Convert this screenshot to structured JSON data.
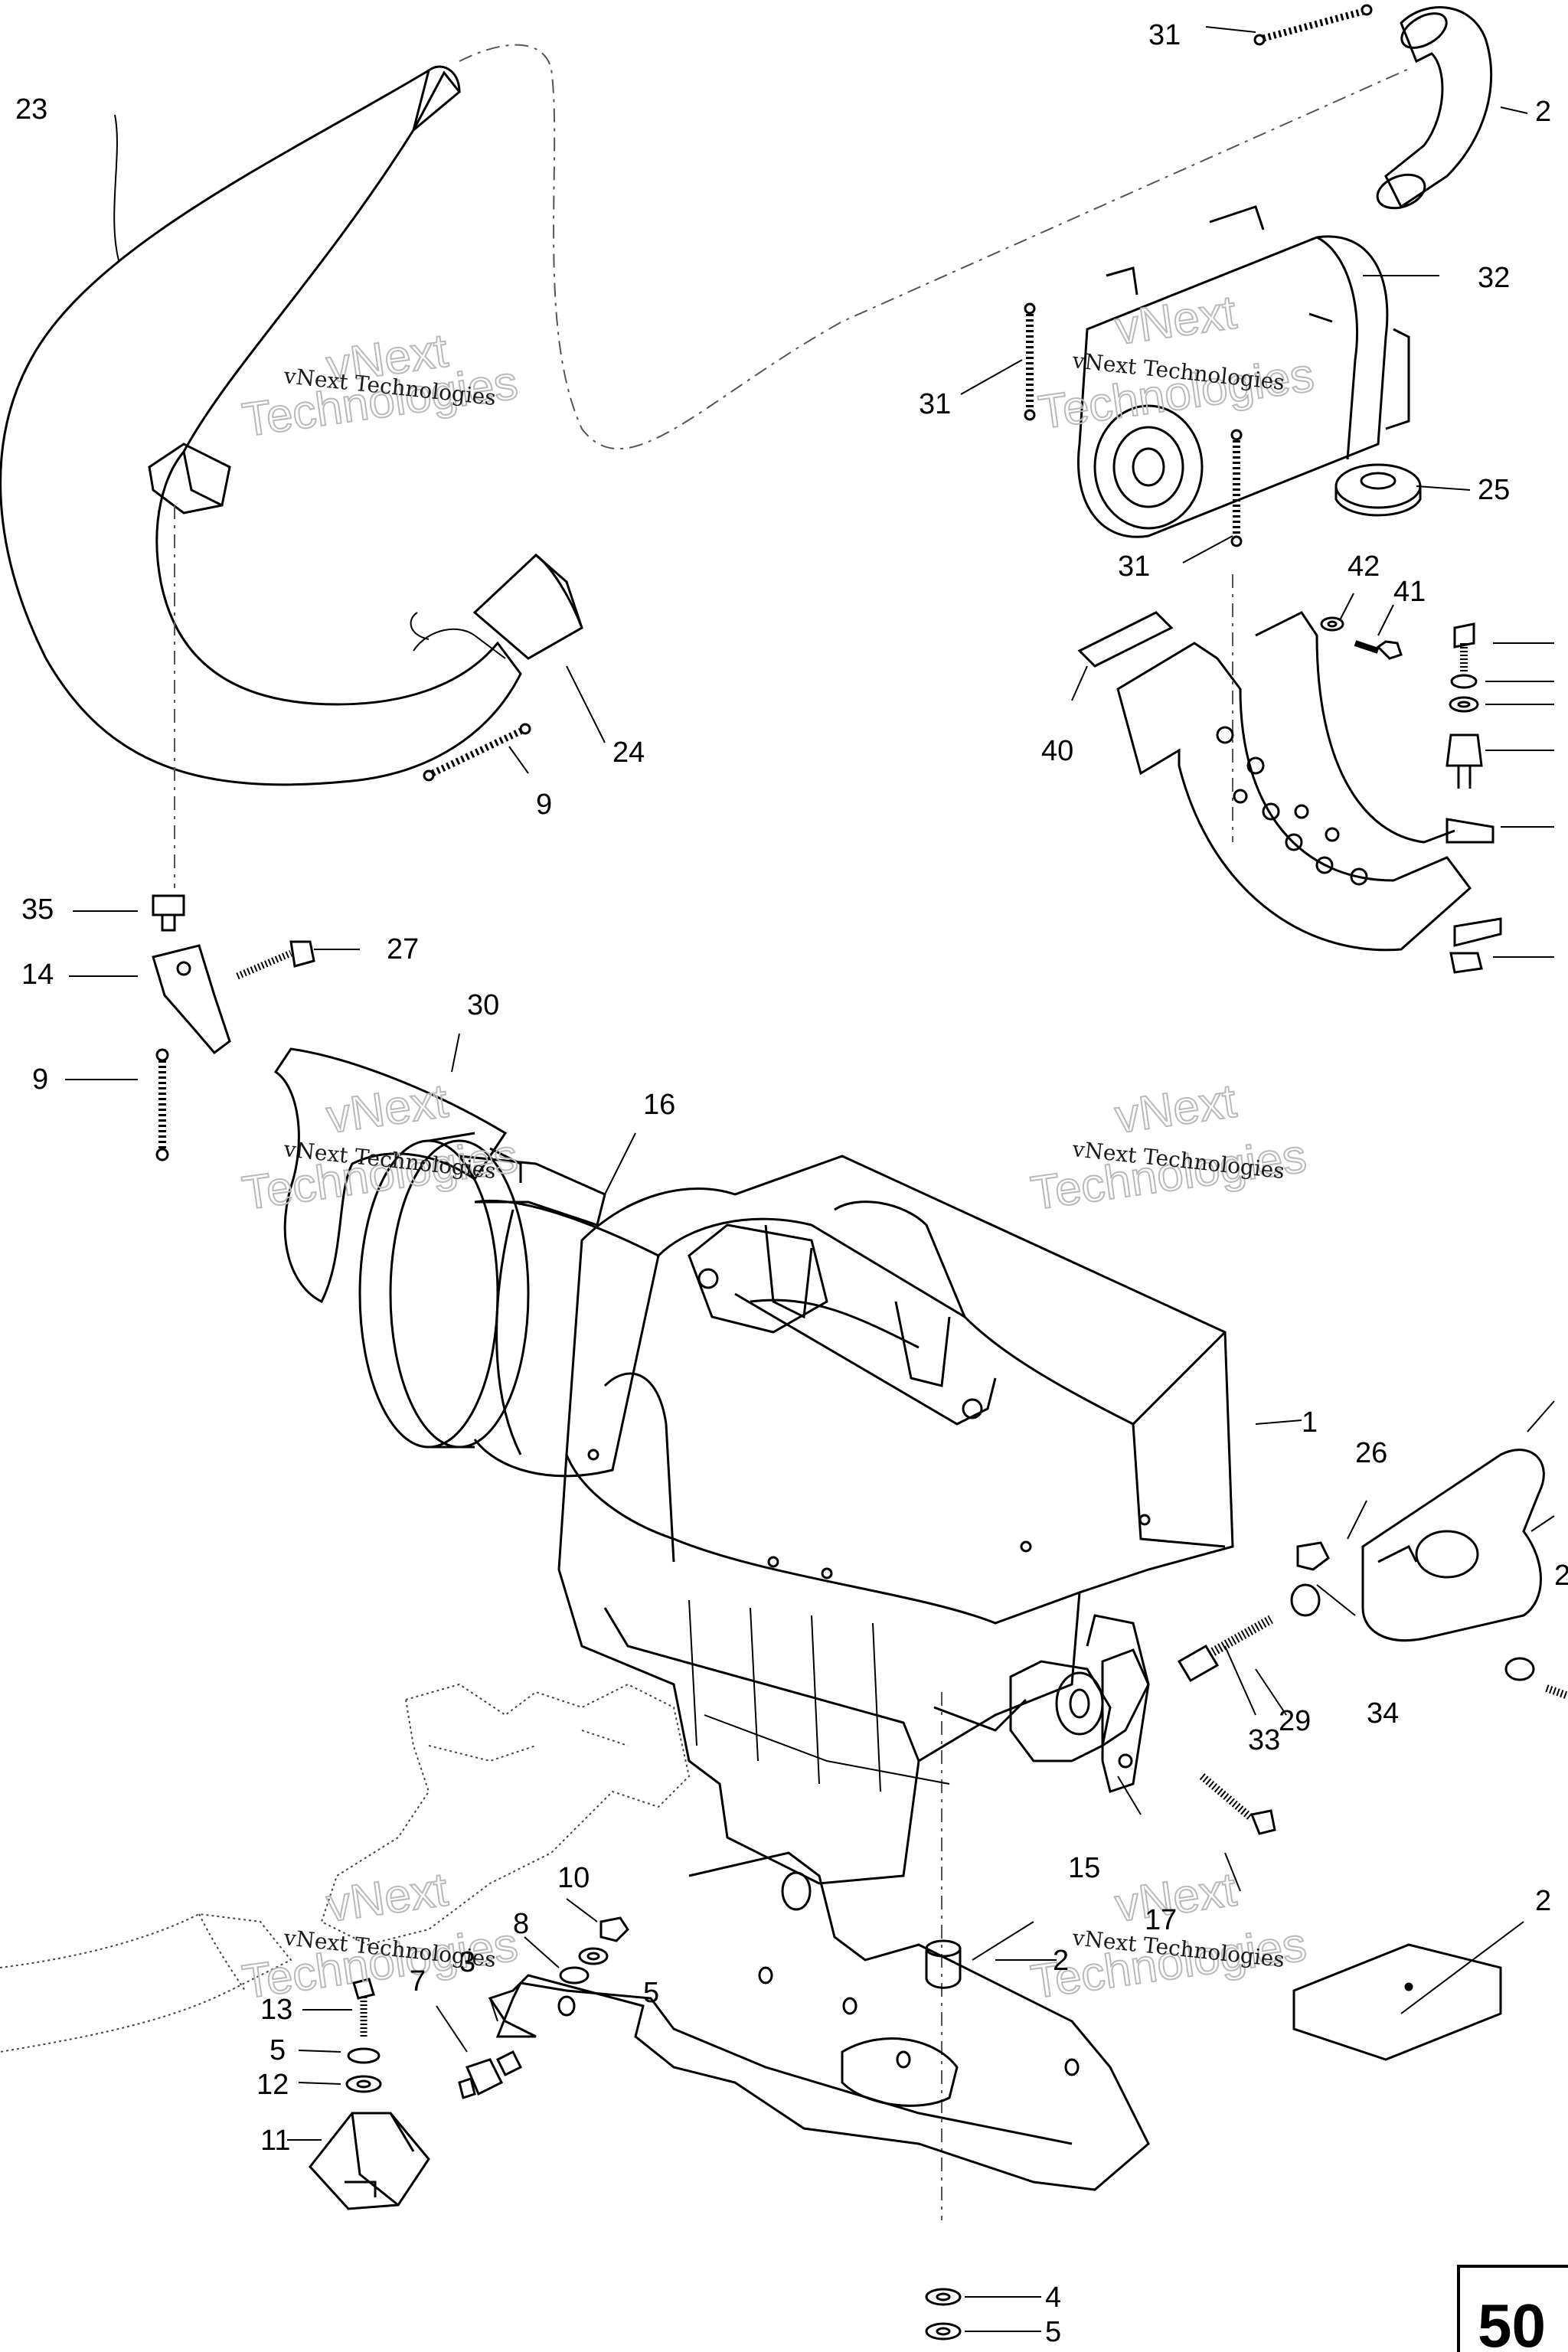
{
  "callouts": [
    "31",
    "2",
    "23",
    "32",
    "31",
    "25",
    "31",
    "42",
    "41",
    "40",
    "24",
    "9",
    "35",
    "27",
    "14",
    "30",
    "16",
    "9",
    "1",
    "26",
    "2",
    "34",
    "29",
    "33",
    "15",
    "17",
    "10",
    "8",
    "5",
    "3",
    "7",
    "13",
    "5",
    "12",
    "11",
    "2",
    "2",
    "4",
    "5"
  ],
  "watermark": {
    "line1": "vNext Technologies",
    "big_line1": "vNext",
    "big_line2": "Technologies"
  },
  "page_number": "50",
  "colors": {
    "line": "#000000",
    "dashed": "#555555",
    "watermark": "#b9b9b9"
  }
}
